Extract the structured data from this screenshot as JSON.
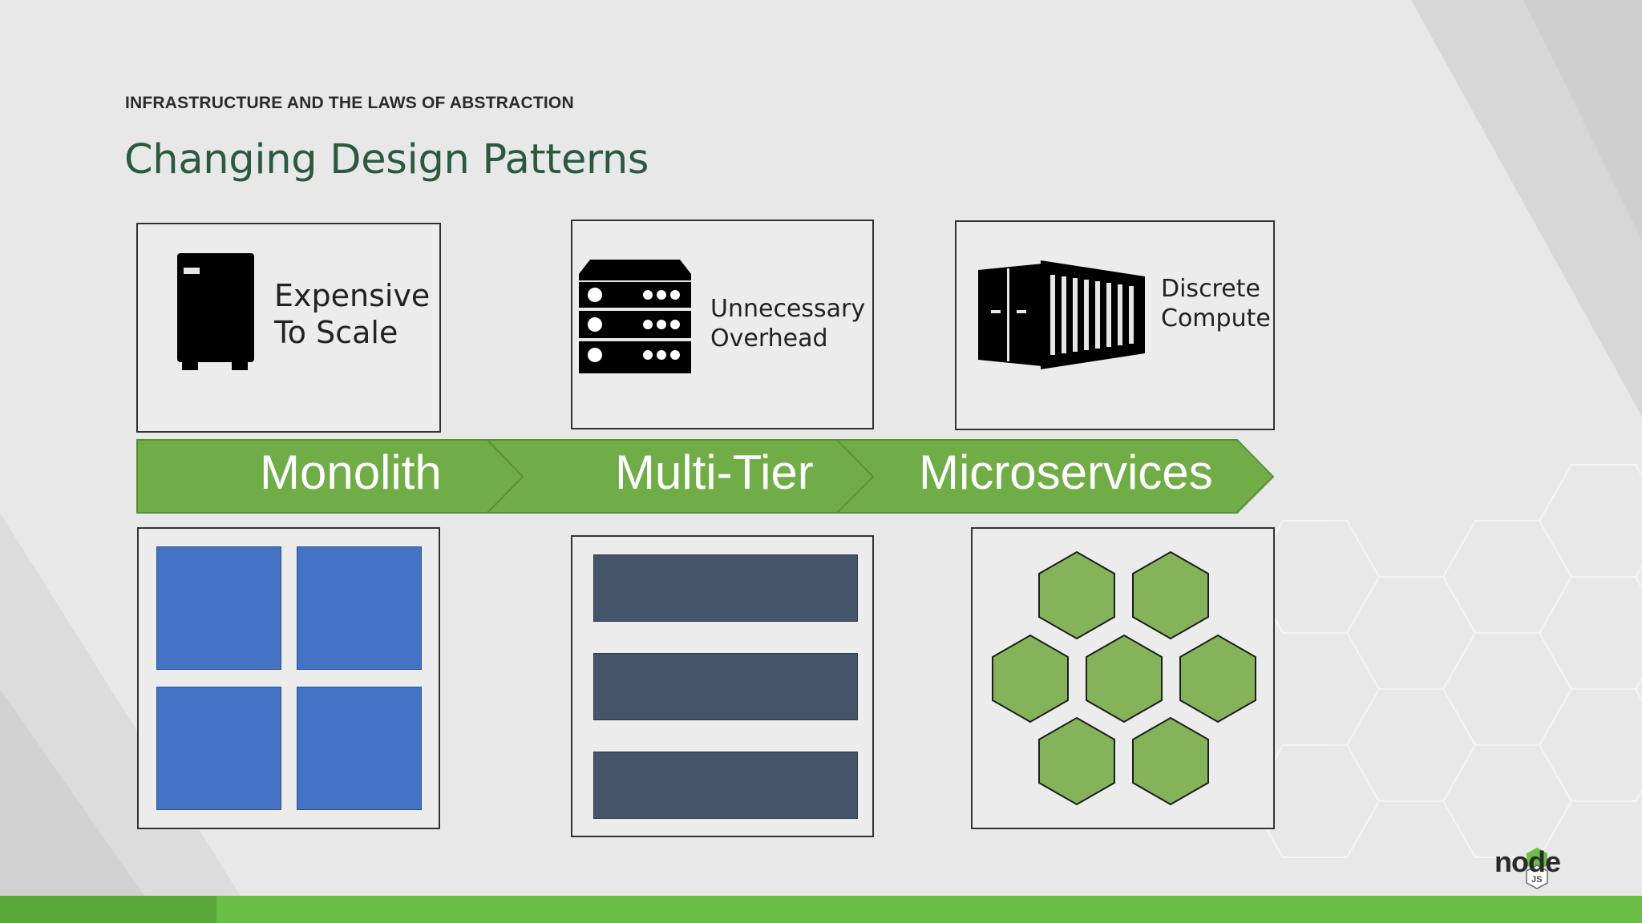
{
  "slide": {
    "section_title": "INFRASTRUCTURE AND THE LAWS OF ABSTRACTION",
    "title": "Changing Design Patterns"
  },
  "columns": [
    {
      "caption_lines": [
        "Expensive",
        "To Scale"
      ],
      "icon": "tower-server-icon",
      "stage_label": "Monolith",
      "diagram": "four-blue-squares"
    },
    {
      "caption_lines": [
        "Unnecessary",
        "Overhead"
      ],
      "icon": "rack-server-icon",
      "stage_label": "Multi-Tier",
      "diagram": "three-stacked-tier-bars"
    },
    {
      "caption_lines": [
        "Discrete",
        "Compute"
      ],
      "icon": "shipping-container-icon",
      "stage_label": "Microservices",
      "diagram": "seven-green-hexagons"
    }
  ],
  "logo": {
    "text": "node",
    "badge": "JS"
  },
  "colors": {
    "accent_green": "#70ad47",
    "hex_green": "#84b35a",
    "square_blue": "#4472c4",
    "tier_slate": "#44546a",
    "title_green": "#2a5a3d",
    "band_green": "#6bbf47"
  }
}
